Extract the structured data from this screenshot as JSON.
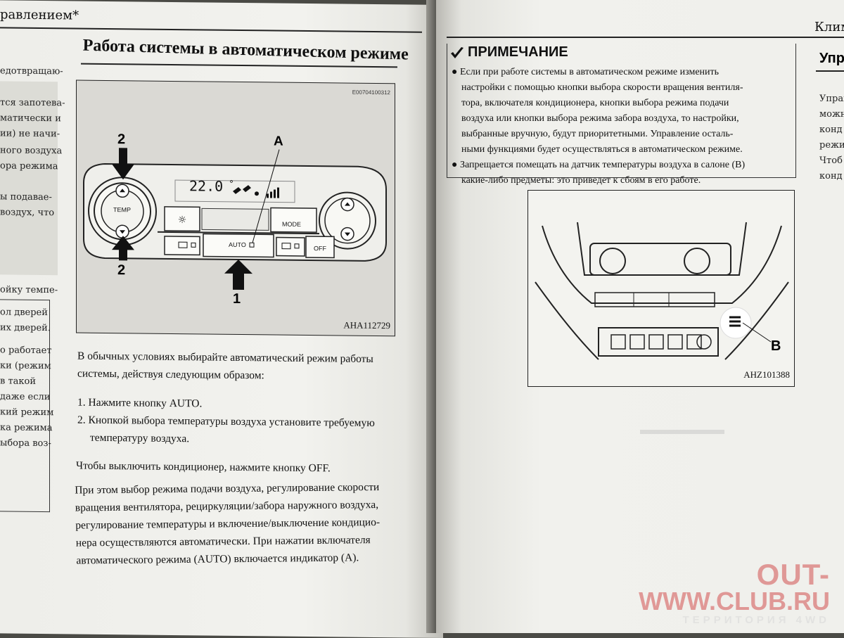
{
  "left_page": {
    "running_head": "равлением*",
    "edge_fragments": [
      "едотвращаю-",
      "тся запотева-",
      "матически и",
      "ии) не начи-",
      "ного воздуха",
      "ора режима",
      "ы подавае-",
      "воздух, что",
      "ойку темпе-",
      "ол дверей",
      "их дверей.",
      "о работает",
      "ки (режим",
      "в такой",
      "даже если",
      "кий режим",
      "ка режима",
      "ыбора воз-"
    ],
    "section_title": "Работа системы в автоматическом режиме",
    "figure": {
      "code": "E00704100312",
      "display_temp": "22.0",
      "label_temp": "TEMP",
      "label_mode": "MODE",
      "label_auto": "AUTO",
      "label_off": "OFF",
      "callout_a": "A",
      "callout_1": "1",
      "callout_2_top": "2",
      "callout_2_bottom": "2",
      "figure_id": "AHA112729"
    },
    "intro_lines": [
      "В обычных условиях выбирайте автоматический режим работы",
      "системы, действуя следующим образом:"
    ],
    "steps": [
      {
        "num": "1.",
        "text": "Нажмите кнопку AUTO."
      },
      {
        "num": "2.",
        "text": "Кнопкой выбора температуры воздуха установите требуемую"
      }
    ],
    "step2_cont": "температуру воздуха.",
    "off_line": "Чтобы выключить кондиционер, нажмите кнопку OFF.",
    "final_lines": [
      "При этом выбор режима подачи воздуха, регулирование скорости",
      "вращения вентилятора, рециркуляции/забора наружного воздуха,",
      "регулирование температуры и включение/выключение кондицио-",
      "нера осуществляются автоматически. При нажатии включателя",
      "автоматического режима (AUTO) включается индикатор (A)."
    ]
  },
  "right_page": {
    "running_head": "Клим",
    "side_title": "Упр",
    "side_fragments": [
      "Управ",
      "можн",
      "конд",
      "режи",
      "Чтоб",
      "конд"
    ],
    "note": {
      "heading": "ПРИМЕЧАНИЕ",
      "lines": [
        "Если при работе системы в автоматическом режиме изменить",
        "настройки с помощью кнопки выбора скорости вращения вентиля-",
        "тора, включателя кондиционера, кнопки выбора режима подачи",
        "воздуха или кнопки выбора режима забора воздуха, то настройки,",
        "выбранные вручную, будут приоритетными. Управление осталь-",
        "ными функциями будет осуществляться в автоматическом режиме."
      ],
      "line2": [
        "Запрещается помещать на датчик температуры воздуха в салоне (B)",
        "какие-либо предметы: это приведет к сбоям в его работе."
      ]
    },
    "figure": {
      "callout_b": "B",
      "figure_id": "AHZ101388"
    },
    "watermark": {
      "line1": "OUT-",
      "line2": "WWW.CLUB.RU",
      "line3": "ТЕРРИТОРИЯ 4WD"
    }
  }
}
